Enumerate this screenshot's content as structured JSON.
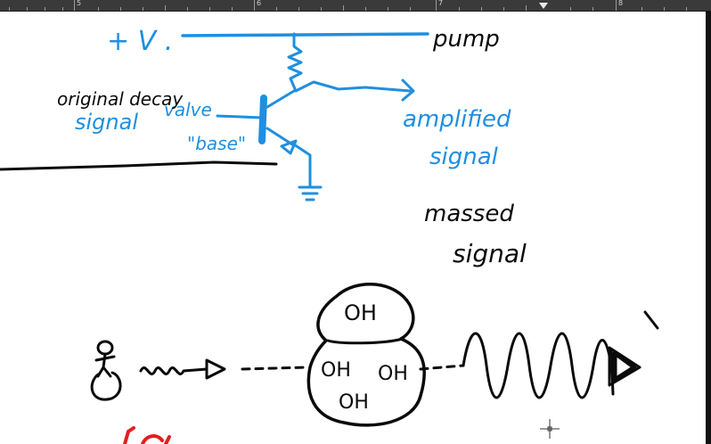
{
  "ruler": {
    "numbers": [
      "5",
      "6",
      "7",
      "8"
    ]
  },
  "note": {
    "plus_v": "+ V .",
    "pump": "pump",
    "original_label": "original decay",
    "signal_left": "signal",
    "valve": "valve",
    "base": "\"base\"",
    "amplified": "amplified",
    "amplified_signal": "signal",
    "massed": "massed",
    "massed_signal": "signal",
    "oh_labels": [
      "OH",
      "OH",
      "OH",
      "OH"
    ]
  },
  "colors": {
    "ink_blue": "#1f8fe0",
    "ink_black": "#0a0a0a",
    "ink_red": "#e0201e",
    "ruler_bg": "#3a3a3a"
  }
}
